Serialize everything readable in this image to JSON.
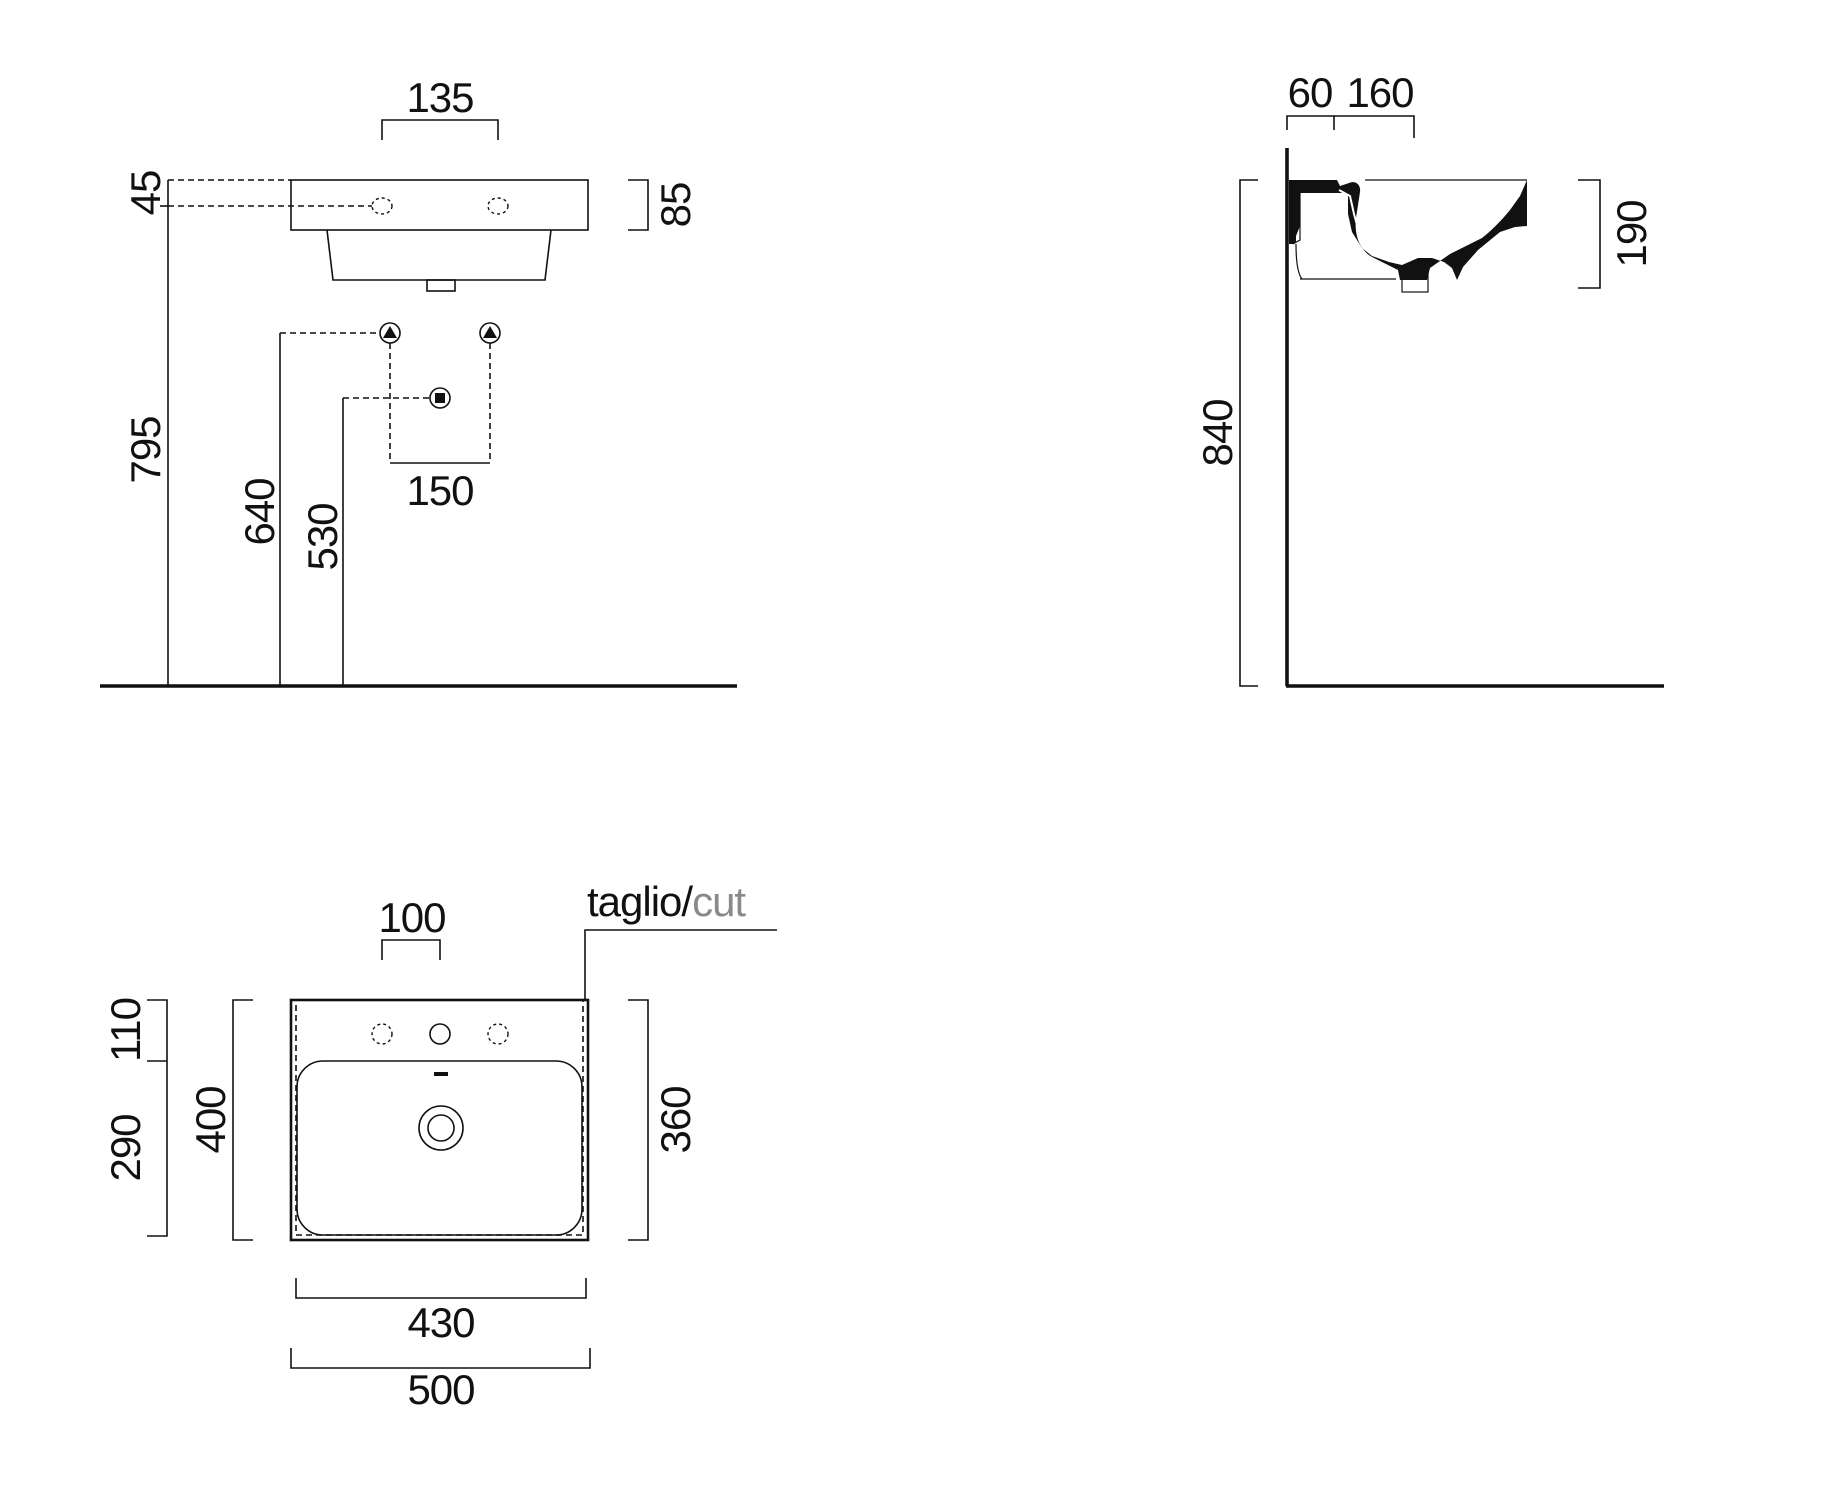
{
  "front_view": {
    "dims": {
      "top_holes_spacing": "135",
      "top_offset": "45",
      "basin_height": "85",
      "rim_height": "795",
      "supply_height": "640",
      "drain_height": "530",
      "supply_spacing": "150"
    }
  },
  "side_view": {
    "dims": {
      "wall_offset": "60",
      "hole_depth": "160",
      "basin_depth": "190",
      "total_height": "840"
    }
  },
  "top_view": {
    "dims": {
      "hole_spacing": "100",
      "rear_band": "110",
      "bowl_depth": "290",
      "total_depth": "400",
      "cut_depth": "360",
      "cut_width": "430",
      "total_width": "500"
    },
    "cut_label": {
      "primary": "taglio/",
      "secondary": "cut",
      "primary_color": "#111111",
      "secondary_color": "#8a8a8a"
    }
  },
  "icons": [
    "supply-valve-icon",
    "drain-outlet-icon",
    "tap-hole-icon",
    "waste-drain-icon"
  ]
}
